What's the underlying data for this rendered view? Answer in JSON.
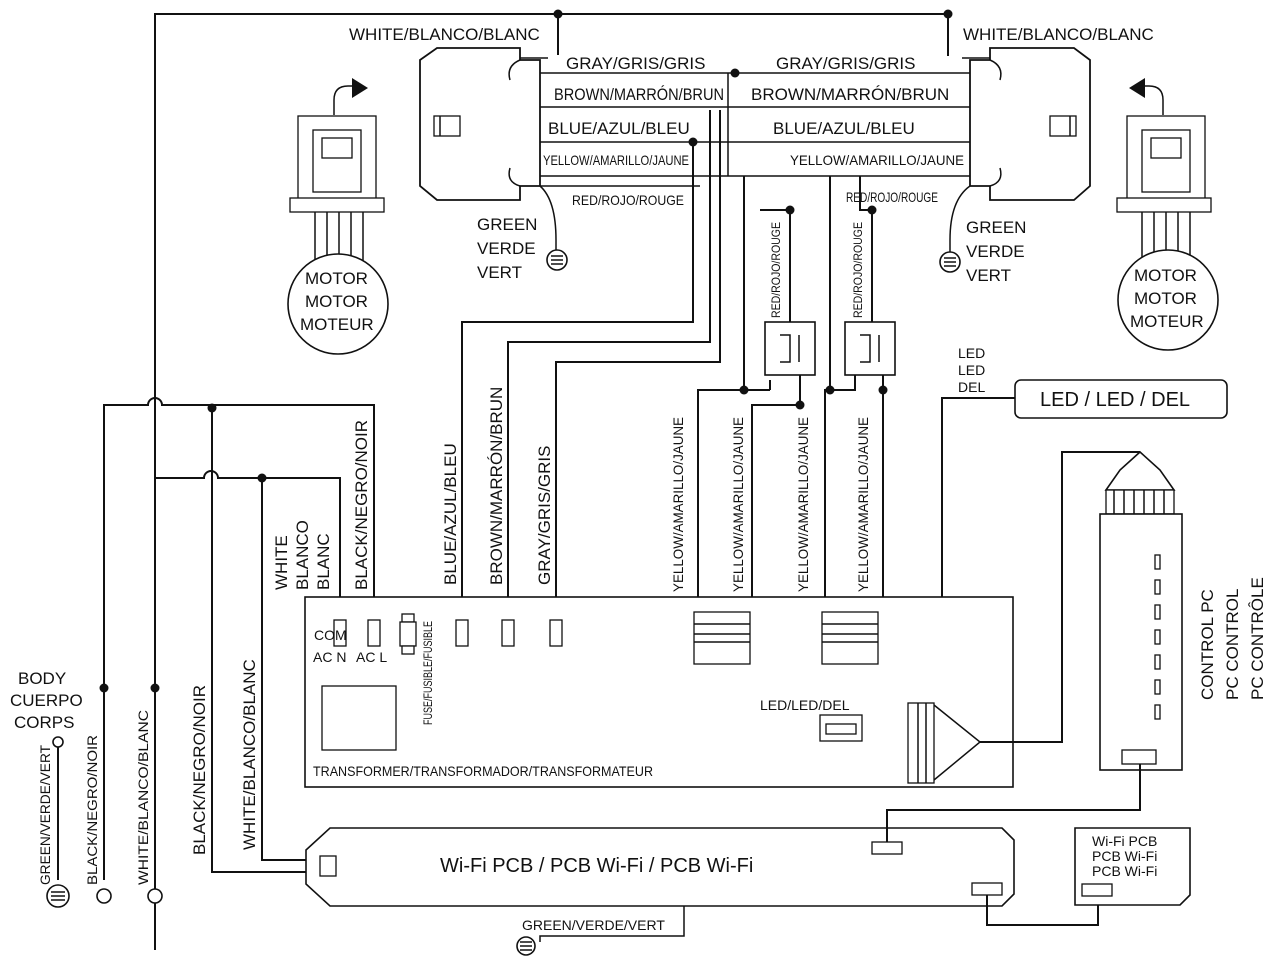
{
  "wires": {
    "white_left": "WHITE/BLANCO/BLANC",
    "white_right": "WHITE/BLANCO/BLANC",
    "gray_left": "GRAY/GRIS/GRIS",
    "gray_right": "GRAY/GRIS/GRIS",
    "brown_left": "BROWN/MARRÓN/BRUN",
    "brown_right": "BROWN/MARRÓN/BRUN",
    "blue_left": "BLUE/AZUL/BLEU",
    "blue_right": "BLUE/AZUL/BLEU",
    "yellow_left": "YELLOW/AMARILLO/JAUNE",
    "yellow_right": "YELLOW/AMARILLO/JAUNE",
    "red_left": "RED/ROJO/ROUGE",
    "red_right": "RED/ROJO/ROUGE",
    "red_vert_left": "RED/ROJO/ROUGE",
    "red_vert_right": "RED/ROJO/ROUGE",
    "blue_vert": "BLUE/AZUL/BLEU",
    "brown_vert": "BROWN/MARRÓN/BRUN",
    "gray_vert": "GRAY/GRIS/GRIS",
    "yellow_v1": "YELLOW/AMARILLO/JAUNE",
    "yellow_v2": "YELLOW/AMARILLO/JAUNE",
    "yellow_v3": "YELLOW/AMARILLO/JAUNE",
    "yellow_v4": "YELLOW/AMARILLO/JAUNE",
    "black_vert": "BLACK/NEGRO/NOIR",
    "white_stack": [
      "WHITE",
      "BLANCO",
      "BLANC"
    ],
    "black_low": "BLACK/NEGRO/NOIR",
    "white_low": "WHITE/BLANCO/BLANC",
    "green_main": "GREEN/VERDE/VERT",
    "black_term": "BLACK/NEGRO/NOIR",
    "white_term": "WHITE/BLANCO/BLANC",
    "green_bottom": "GREEN/VERDE/VERT"
  },
  "ground_left": [
    "GREEN",
    "VERDE",
    "VERT"
  ],
  "ground_right": [
    "GREEN",
    "VERDE",
    "VERT"
  ],
  "motor_left": [
    "MOTOR",
    "MOTOR",
    "MOTEUR"
  ],
  "motor_right": [
    "MOTOR",
    "MOTOR",
    "MOTEUR"
  ],
  "body": [
    "BODY",
    "CUERPO",
    "CORPS"
  ],
  "led_stack": [
    "LED",
    "LED",
    "DEL"
  ],
  "led_box": "LED / LED / DEL",
  "control_pc": [
    "CONTROL PC",
    "PC CONTROL",
    "PC CONTRÔLE"
  ],
  "board": {
    "com": "COM",
    "ac_n": "AC N",
    "ac_l": "AC L",
    "fuse": "FUSE/FUSIBLE/FUSIBLE",
    "transformer": "TRANSFORMER/TRANSFORMADOR/TRANSFORMATEUR",
    "led_connector": "LED/LED/DEL"
  },
  "wifi_pcb": "Wi-Fi PCB / PCB Wi-Fi  / PCB Wi-Fi",
  "wifi_pcb_small": [
    "Wi-Fi PCB",
    "PCB Wi-Fi",
    "PCB Wi-Fi"
  ]
}
